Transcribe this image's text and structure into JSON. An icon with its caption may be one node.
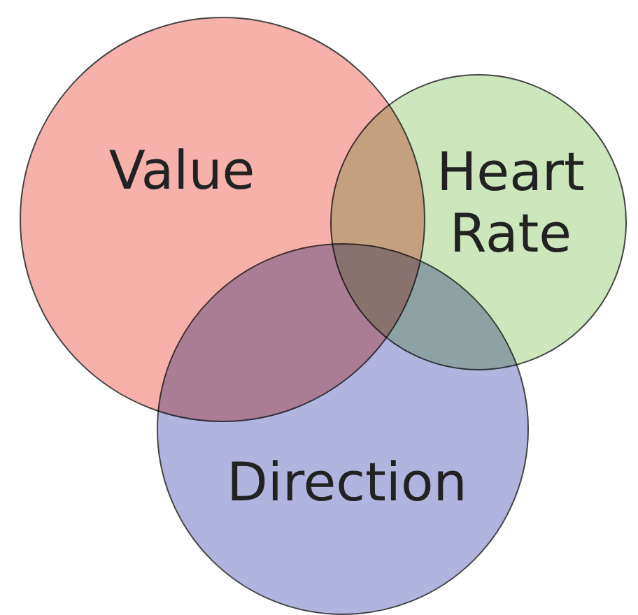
{
  "diagram": {
    "nodes": [
      {
        "text": [
          "Value"
        ]
      },
      {
        "text": [
          "Heart Rate"
        ]
      },
      {
        "text": [
          "Direction"
        ]
      }
    ],
    "edges": []
  }
}
